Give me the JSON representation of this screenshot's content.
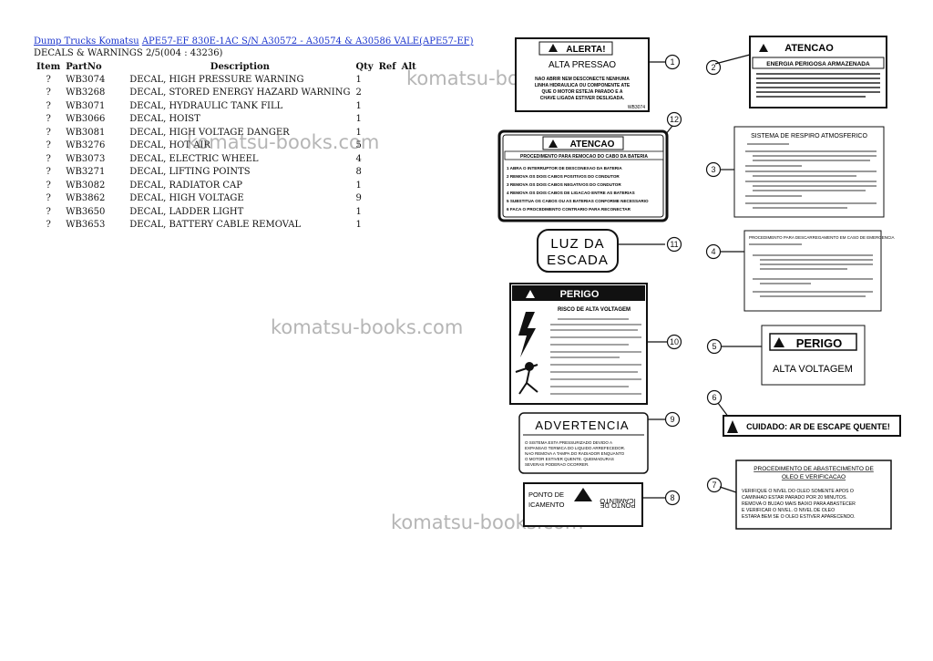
{
  "breadcrumb": {
    "root": "Dump Trucks Komatsu",
    "model": "APE57-EF 830E-1AC S/N A30572 - A30574 & A30586 VALE(APE57-EF)"
  },
  "subtitle": "DECALS & WARNINGS 2/5(004 : 43236)",
  "table": {
    "headers": [
      "Item",
      "PartNo",
      "Description",
      "Qty",
      "Ref",
      "Alt"
    ],
    "rows": [
      {
        "item": "?",
        "part": "WB3074",
        "desc": "DECAL, HIGH PRESSURE WARNING",
        "qty": "1"
      },
      {
        "item": "?",
        "part": "WB3268",
        "desc": "DECAL, STORED ENERGY HAZARD WARNING",
        "qty": "2"
      },
      {
        "item": "?",
        "part": "WB3071",
        "desc": "DECAL, HYDRAULIC TANK FILL",
        "qty": "1"
      },
      {
        "item": "?",
        "part": "WB3066",
        "desc": "DECAL, HOIST",
        "qty": "1"
      },
      {
        "item": "?",
        "part": "WB3081",
        "desc": "DECAL, HIGH VOLTAGE DANGER",
        "qty": "1"
      },
      {
        "item": "?",
        "part": "WB3276",
        "desc": "DECAL, HOT AIR",
        "qty": "5"
      },
      {
        "item": "?",
        "part": "WB3073",
        "desc": "DECAL, ELECTRIC WHEEL",
        "qty": "4"
      },
      {
        "item": "?",
        "part": "WB3271",
        "desc": "DECAL, LIFTING POINTS",
        "qty": "8"
      },
      {
        "item": "?",
        "part": "WB3082",
        "desc": "DECAL, RADIATOR CAP",
        "qty": "1"
      },
      {
        "item": "?",
        "part": "WB3862",
        "desc": "DECAL, HIGH VOLTAGE",
        "qty": "9"
      },
      {
        "item": "?",
        "part": "WB3650",
        "desc": "DECAL, LADDER LIGHT",
        "qty": "1"
      },
      {
        "item": "?",
        "part": "WB3653",
        "desc": "DECAL, BATTERY CABLE REMOVAL",
        "qty": "1"
      }
    ]
  },
  "watermark": "komatsu-books.com",
  "diagram": {
    "decals": {
      "d1": {
        "header": "ALERTA!",
        "title": "ALTA PRESSAO",
        "lines": [
          "NAO ABRIR NEM DESCONECTE NENHUMA",
          "LINHA HIDRAULICA OU COMPONENTE ATE",
          "QUE O MOTOR ESTEJA PARADO E A",
          "CHAVE LIGADA ESTIVER DESLIGADA."
        ],
        "code": "WB3074"
      },
      "d2": {
        "header": "ATENCAO",
        "title": "ENERGIA PERIGOSA ARMAZENADA"
      },
      "d12": {
        "header": "ATENCAO",
        "title": "PROCEDIMENTO PARA REMOCAO DO CABO DA BATERIA",
        "lines": [
          "1 ABRA O INTERRUPTOR DE DESCONEXAO DA BATERIA",
          "2 REMOVA OS DOIS CABOS POSITIVOS DO CONDUTOR",
          "3 REMOVA OS DOIS CABOS NEGATIVOS DO CONDUTOR",
          "4 REMOVA OS DOIS CABOS DE LIGACAO ENTRE AS BATERIAS",
          "5 SUBSTITUA OS CABOS OU AS BATERIAS CONFORME NECESSARIO",
          "6 FACA O PROCEDIMENTO CONTRARIO PARA RECONECTAR"
        ]
      },
      "d3": {
        "title": "SISTEMA DE RESPIRO ATMOSFERICO"
      },
      "d11": {
        "line1": "LUZ DA",
        "line2": "ESCADA"
      },
      "d4": {
        "title": "PROCEDIMENTO PARA DESCARREGAMENTO EM CASO DE EMERGENCIA"
      },
      "d10": {
        "header": "PERIGO",
        "title": "RISCO DE ALTA VOLTAGEM"
      },
      "d5": {
        "header": "PERIGO",
        "title": "ALTA VOLTAGEM"
      },
      "d6": {
        "title": "CUIDADO: AR DE ESCAPE QUENTE!"
      },
      "d9": {
        "title": "ADVERTENCIA",
        "lines": [
          "O SISTEMA ESTA PRESSURIZADO DEVIDO A",
          "EXPANSAO TERMICA DO LIQUIDO ARREFECEDOR.",
          "NAO REMOVA A TAMPA DO RADIADOR ENQUANTO",
          "O MOTOR ESTIVER QUENTE. QUEIMADURAS",
          "SEVERAS PODERAO OCORRER."
        ]
      },
      "d7": {
        "title1": "PROCEDIMENTO DE ABASTECIMENTO DE",
        "title2": "OLEO E VERIFICACAO",
        "lines": [
          "VERIFIQUE O NIVEL DO OLEO SOMENTE APOS O",
          "CAMINHAO ESTAR PARADO POR 20 MINUTOS.",
          "REMOVA O BUJAO MAIS BAIXO PARA ABASTECER",
          "E VERIFICAR O NIVEL. O NIVEL DE OLEO",
          "ESTARA BEM SE O OLEO ESTIVER APARECENDO."
        ]
      },
      "d8": {
        "line1": "PONTO DE",
        "line2": "ICAMENTO"
      }
    }
  }
}
